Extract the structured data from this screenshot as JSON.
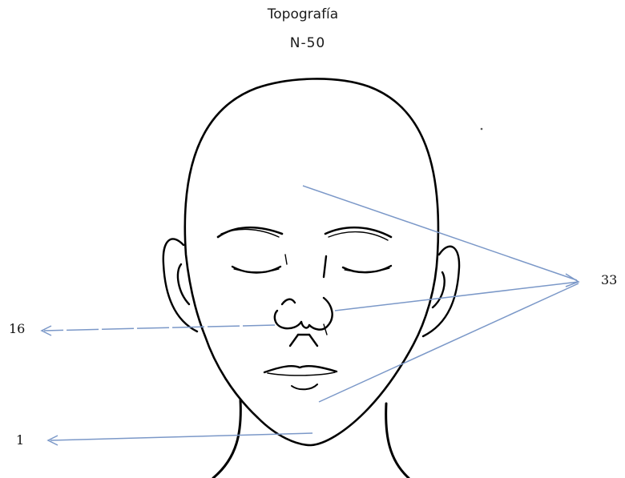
{
  "title": "Topografía",
  "subtitle": "N-50",
  "labels": {
    "right": "33",
    "left_mid": "16",
    "left_bottom": "1"
  },
  "colors": {
    "arrow": "#7b98c8",
    "line": "#000000"
  }
}
